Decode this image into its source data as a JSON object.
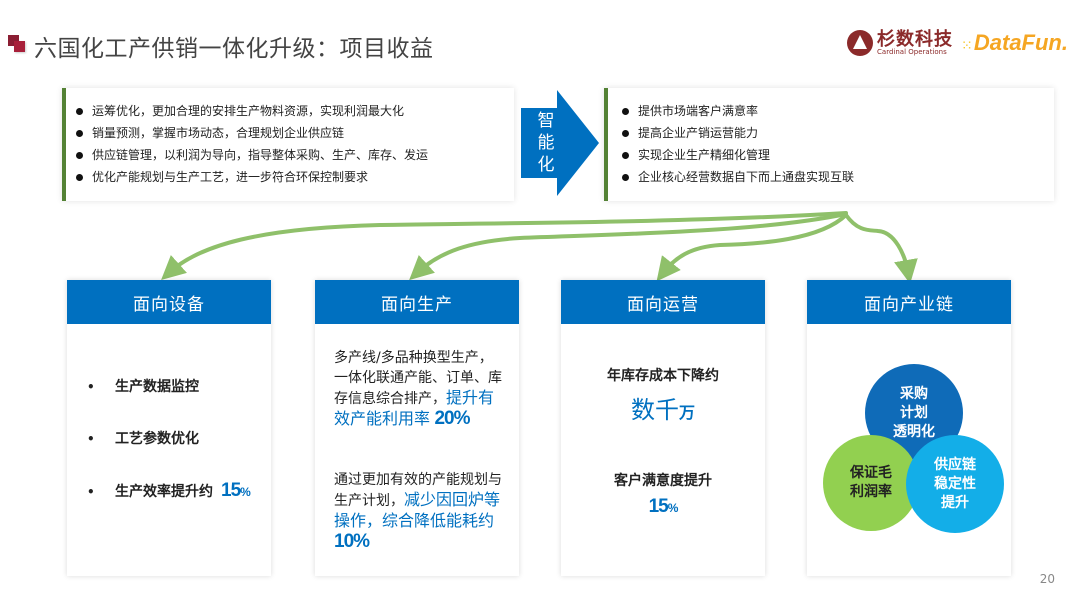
{
  "header": {
    "title": "六国化工产供销一体化升级：项目收益",
    "logos": {
      "cardinal_cn": "杉数科技",
      "cardinal_en": "Cardinal Operations",
      "datafun": "DataFun."
    }
  },
  "top": {
    "left_items": [
      "运筹优化，更加合理的安排生产物料资源，实现利润最大化",
      "销量预测，掌握市场动态，合理规划企业供应链",
      "供应链管理，以利润为导向，指导整体采购、生产、库存、发运",
      "优化产能规划与生产工艺，进一步符合环保控制要求"
    ],
    "arrow_label": [
      "智",
      "能",
      "化"
    ],
    "right_items": [
      "提供市场端客户满意率",
      "提高企业产销运营能力",
      "实现企业生产精细化管理",
      "企业核心经营数据自下而上通盘实现互联"
    ]
  },
  "cards": [
    {
      "title": "面向设备",
      "bullets": [
        "生产数据监控",
        "工艺参数优化",
        "生产效率提升约"
      ],
      "highlight_num": "15",
      "highlight_unit": "%"
    },
    {
      "title": "面向生产",
      "p1_plain": "多产线/多品种换型生产，一体化联通产能、订单、库存信息综合排产，",
      "p1_highlight": "提升有效产能利用率",
      "p1_num": "20%",
      "p2_plain": "通过更加有效的产能规划与生产计划，",
      "p2_highlight": "减少因回炉等操作，综合降低能耗约",
      "p2_num": "10%"
    },
    {
      "title": "面向运营",
      "label1": "年库存成本下降约",
      "value1": "数千",
      "value1_unit": "万",
      "label2": "客户满意度提升",
      "value2": "15",
      "value2_unit": "%"
    },
    {
      "title": "面向产业链",
      "circles": {
        "top": "采购\n计划\n透明化",
        "left": "保证毛\n利润率",
        "right": "供应链\n稳定性\n提升"
      }
    }
  ],
  "colors": {
    "primary_blue": "#0070c0",
    "accent_green": "#548235",
    "curve_green": "#8fc06a",
    "title_red": "#8b1e33",
    "circle_blue": "#0f6bb8",
    "circle_green": "#92d050",
    "circle_cyan": "#13aee8"
  },
  "footer": {
    "page_number": "20"
  }
}
